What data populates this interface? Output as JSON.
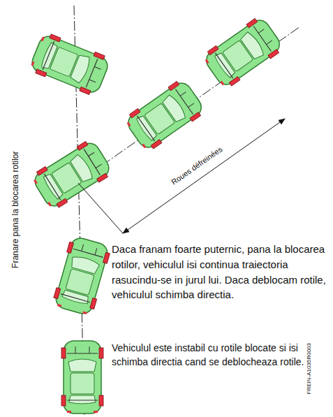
{
  "diagram": {
    "labels": [
      "Franare pana la blocarea rotilor",
      "Roues défreinées",
      "Daca franam foarte puternic, pana la blocarea rotilor, vehiculul isi continua traiectoria rasucindu-se in jurul lui. Daca deblocam rotile, vehiculul schimba directia.",
      "Vehiculul este instabil cu rotile blocate si isi schimba directia cand se deblocheaza rotile.",
      "FREIN-A1035R0003"
    ]
  }
}
